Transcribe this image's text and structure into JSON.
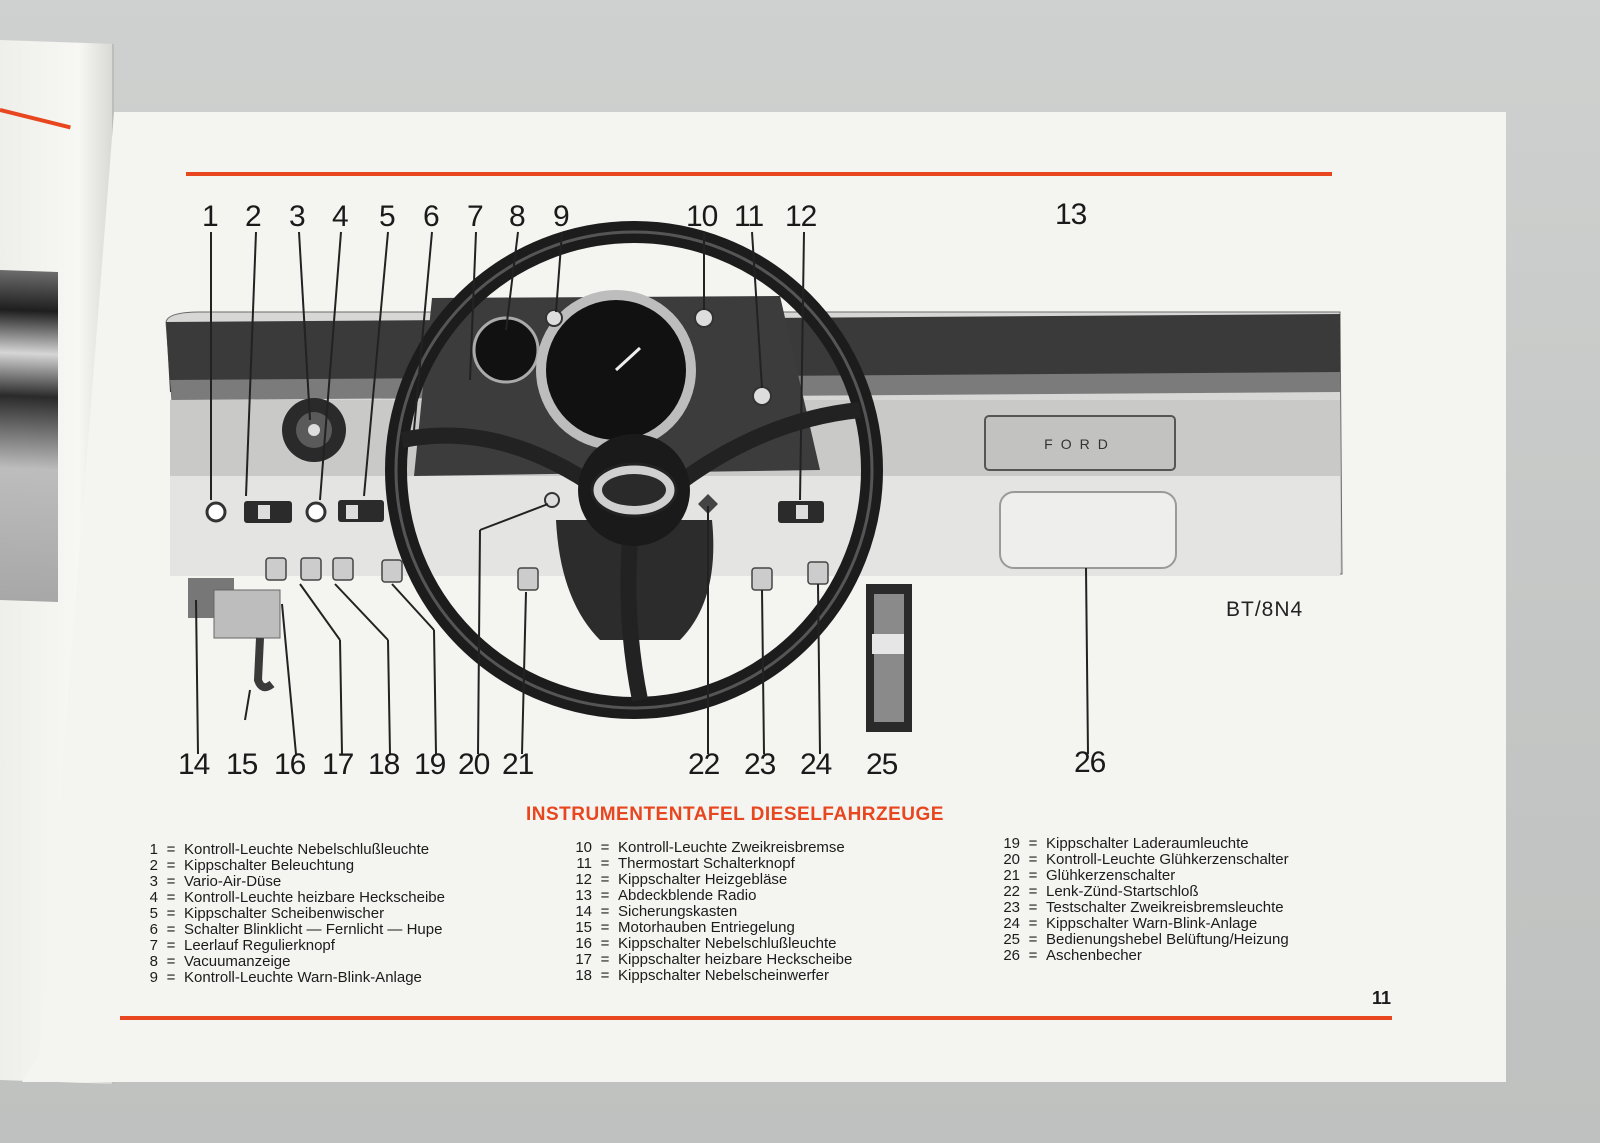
{
  "document": {
    "caption": "INSTRUMENTENTAFEL DIESELFAHRZEUGE",
    "page_number": "11",
    "photo_code": "BT/8N4",
    "accent_color": "#e8461e"
  },
  "figure": {
    "logo_text": "FORD",
    "callouts": [
      "1",
      "2",
      "3",
      "4",
      "5",
      "6",
      "7",
      "8",
      "9",
      "10",
      "11",
      "12",
      "13",
      "14",
      "15",
      "16",
      "17",
      "18",
      "19",
      "20",
      "21",
      "22",
      "23",
      "24",
      "25",
      "26"
    ]
  },
  "legend": [
    {
      "num": "1",
      "eq": "=",
      "text": "Kontroll-Leuchte Nebelschlußleuchte"
    },
    {
      "num": "2",
      "eq": "=",
      "text": "Kippschalter Beleuchtung"
    },
    {
      "num": "3",
      "eq": "=",
      "text": "Vario-Air-Düse"
    },
    {
      "num": "4",
      "eq": "=",
      "text": "Kontroll-Leuchte heizbare Heckscheibe"
    },
    {
      "num": "5",
      "eq": "=",
      "text": "Kippschalter Scheibenwischer"
    },
    {
      "num": "6",
      "eq": "=",
      "text": "Schalter Blinklicht — Fernlicht — Hupe"
    },
    {
      "num": "7",
      "eq": "=",
      "text": "Leerlauf Regulierknopf"
    },
    {
      "num": "8",
      "eq": "=",
      "text": "Vacuumanzeige"
    },
    {
      "num": "9",
      "eq": "=",
      "text": "Kontroll-Leuchte Warn-Blink-Anlage"
    },
    {
      "num": "10",
      "eq": "=",
      "text": "Kontroll-Leuchte Zweikreisbremse"
    },
    {
      "num": "11",
      "eq": "=",
      "text": "Thermostart Schalterknopf"
    },
    {
      "num": "12",
      "eq": "=",
      "text": "Kippschalter Heizgebläse"
    },
    {
      "num": "13",
      "eq": "=",
      "text": "Abdeckblende Radio"
    },
    {
      "num": "14",
      "eq": "=",
      "text": "Sicherungskasten"
    },
    {
      "num": "15",
      "eq": "=",
      "text": "Motorhauben Entriegelung"
    },
    {
      "num": "16",
      "eq": "=",
      "text": "Kippschalter Nebelschlußleuchte"
    },
    {
      "num": "17",
      "eq": "=",
      "text": "Kippschalter heizbare Heckscheibe"
    },
    {
      "num": "18",
      "eq": "=",
      "text": "Kippschalter Nebelscheinwerfer"
    },
    {
      "num": "19",
      "eq": "=",
      "text": "Kippschalter Laderaumleuchte"
    },
    {
      "num": "20",
      "eq": "=",
      "text": "Kontroll-Leuchte Glühkerzenschalter"
    },
    {
      "num": "21",
      "eq": "=",
      "text": "Glühkerzenschalter"
    },
    {
      "num": "22",
      "eq": "=",
      "text": "Lenk-Zünd-Startschloß"
    },
    {
      "num": "23",
      "eq": "=",
      "text": "Testschalter Zweikreisbremsleuchte"
    },
    {
      "num": "24",
      "eq": "=",
      "text": "Kippschalter Warn-Blink-Anlage"
    },
    {
      "num": "25",
      "eq": "=",
      "text": "Bedienungshebel Belüftung/Heizung"
    },
    {
      "num": "26",
      "eq": "=",
      "text": "Aschenbecher"
    }
  ]
}
